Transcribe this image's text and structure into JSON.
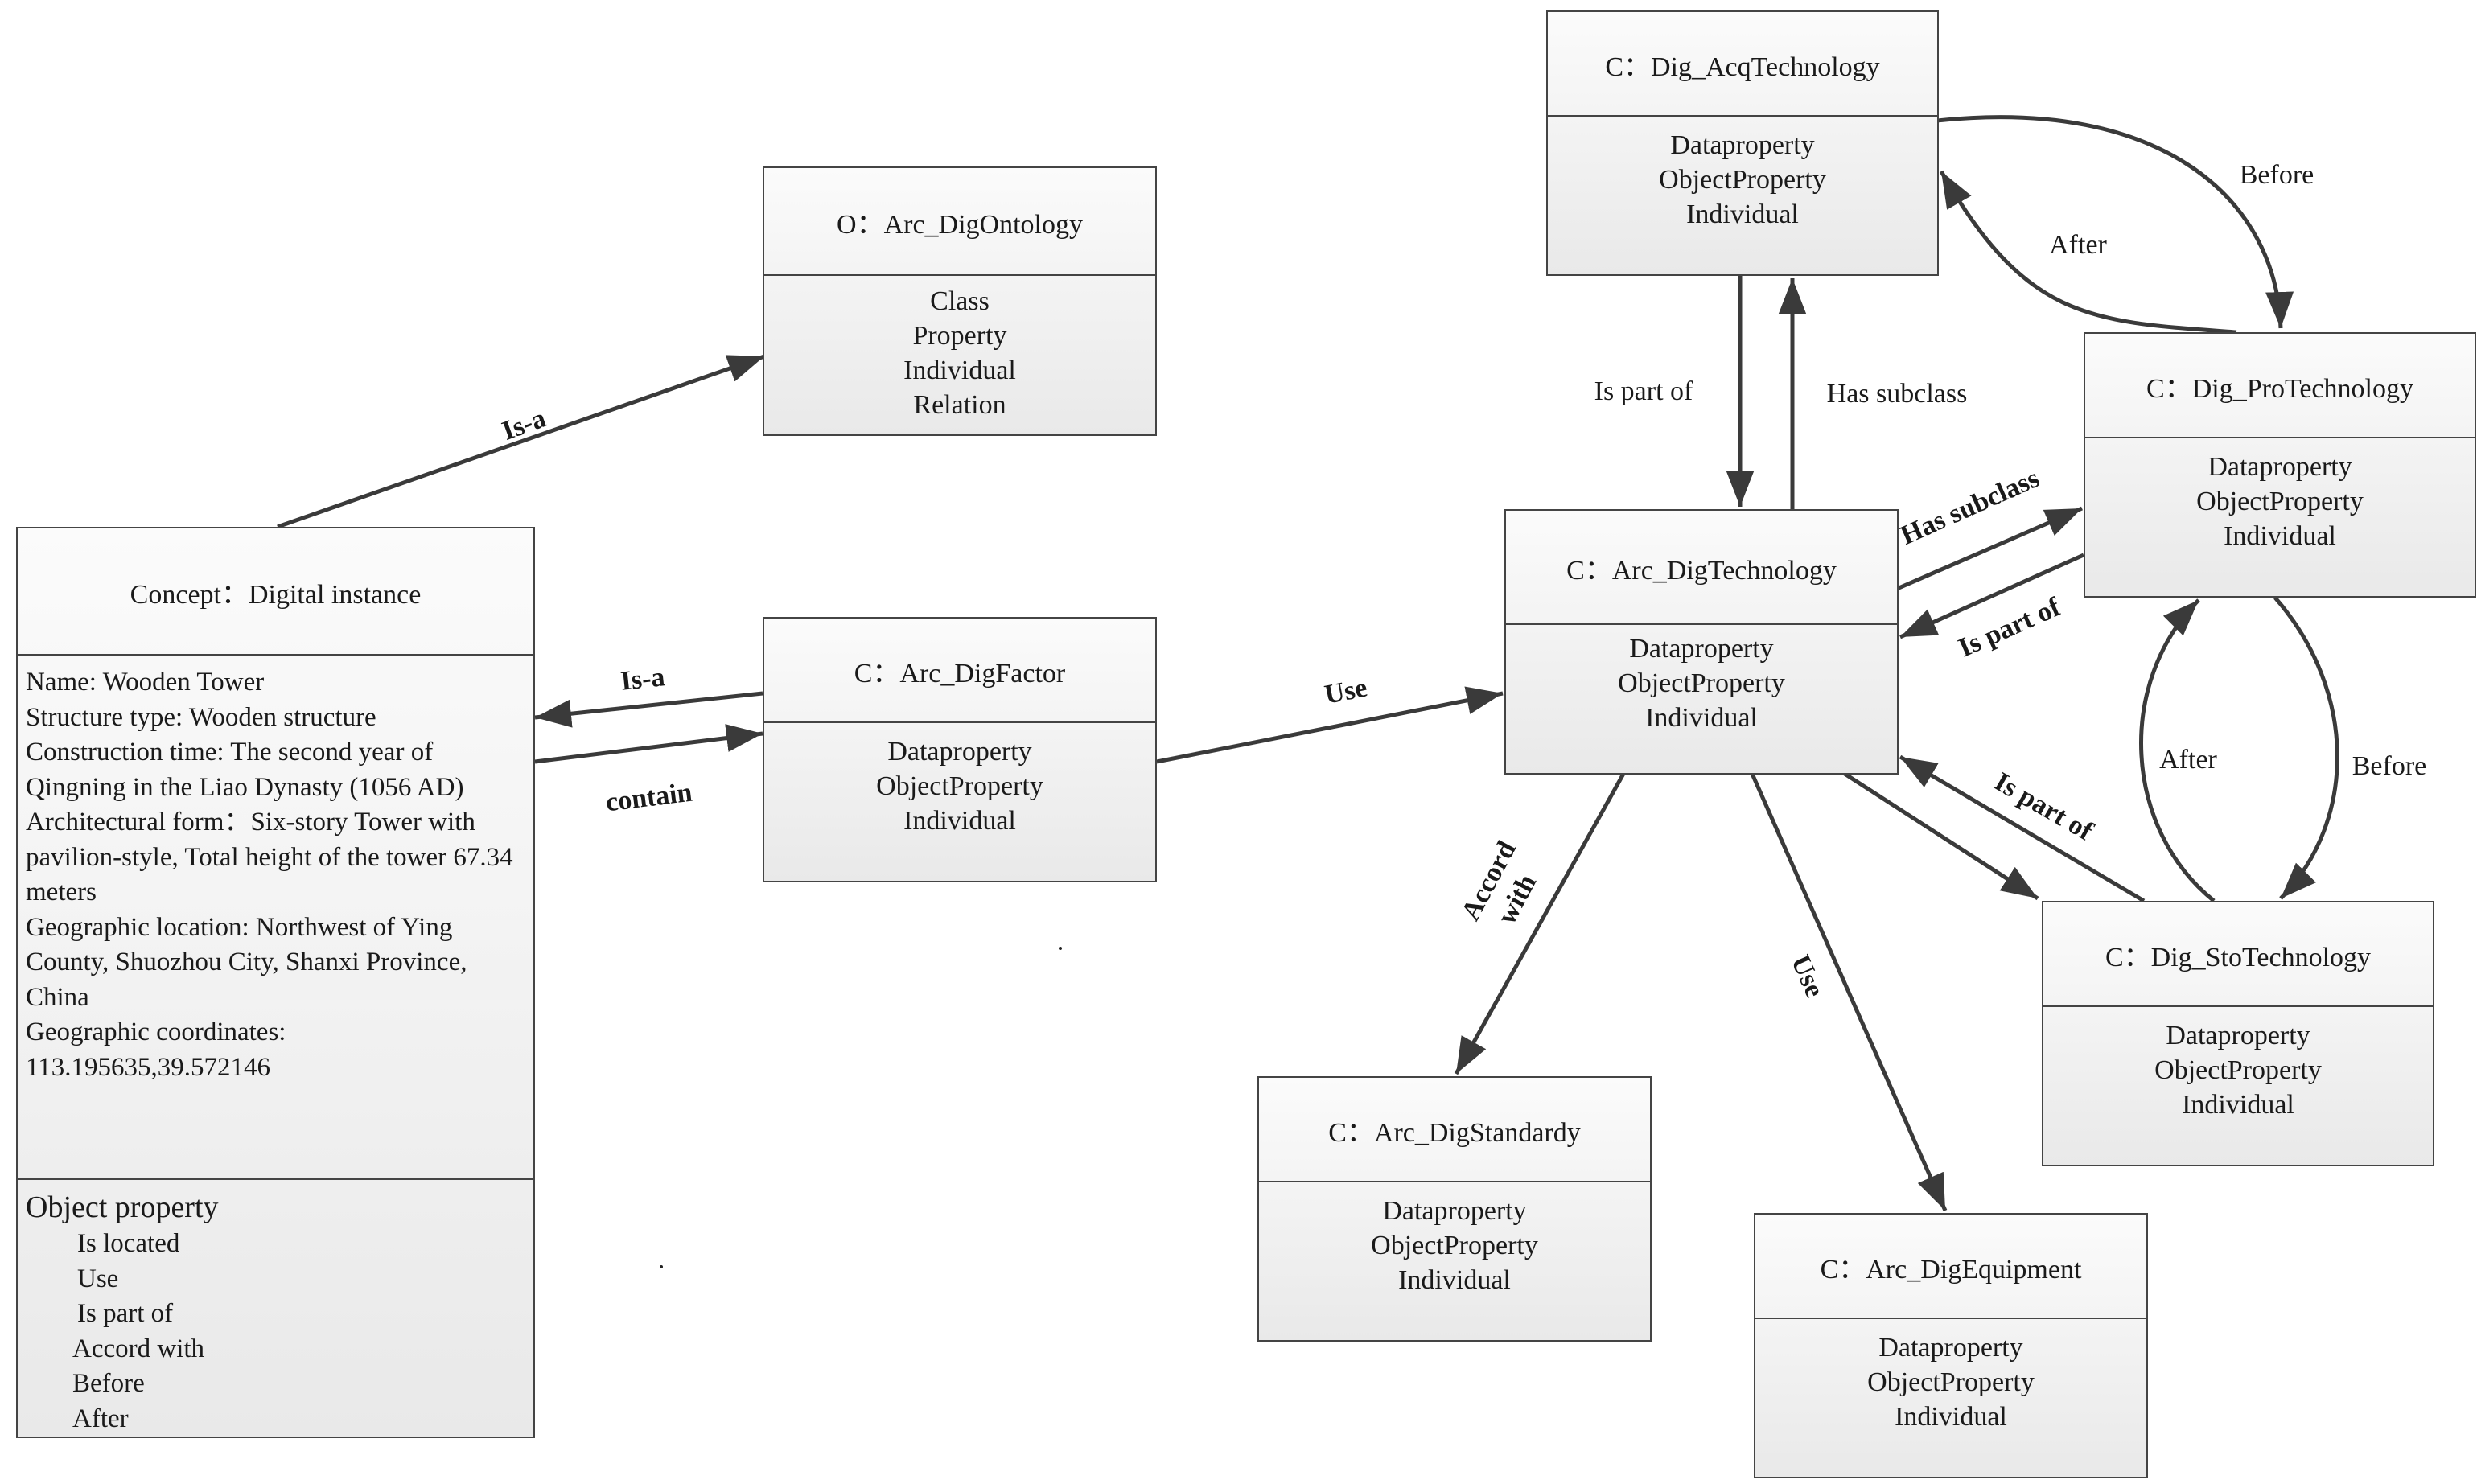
{
  "ontology": {
    "title": "O：Arc_DigOntology",
    "items": [
      "Class",
      "Property",
      "Individual",
      "Relation"
    ]
  },
  "concept": {
    "title": "Concept：Digital instance",
    "attributes": [
      "Name: Wooden Tower",
      "Structure type: Wooden structure",
      "Construction time: The second year of Qingning in the Liao Dynasty (1056 AD)",
      "Architectural form：Six-story Tower with pavilion-style, Total height of the tower 67.34 meters",
      "Geographic location: Northwest of Ying County, Shuozhou City, Shanxi Province, China",
      "Geographic coordinates: 113.195635,39.572146"
    ],
    "object_property_title": "Object property",
    "object_properties": [
      "Is located",
      "Use",
      "Is part of",
      "Accord with",
      "Before",
      "After"
    ]
  },
  "factor": {
    "title": "C：Arc_DigFactor",
    "items": [
      "Dataproperty",
      "ObjectProperty",
      "Individual"
    ]
  },
  "technology": {
    "title": "C：Arc_DigTechnology",
    "items": [
      "Dataproperty",
      "ObjectProperty",
      "Individual"
    ]
  },
  "acq": {
    "title": "C：Dig_AcqTechnology",
    "items": [
      "Dataproperty",
      "ObjectProperty",
      "Individual"
    ]
  },
  "pro": {
    "title": "C：Dig_ProTechnology",
    "items": [
      "Dataproperty",
      "ObjectProperty",
      "Individual"
    ]
  },
  "sto": {
    "title": "C：Dig_StoTechnology",
    "items": [
      "Dataproperty",
      "ObjectProperty",
      "Individual"
    ]
  },
  "standard": {
    "title": "C：Arc_DigStandardy",
    "items": [
      "Dataproperty",
      "ObjectProperty",
      "Individual"
    ]
  },
  "equipment": {
    "title": "C：Arc_DigEquipment",
    "items": [
      "Dataproperty",
      "ObjectProperty",
      "Individual"
    ]
  },
  "edges": {
    "concept_ontology": "Is-a",
    "factor_concept": "Is-a",
    "concept_factor": "contain",
    "factor_technology": "Use",
    "tech_acq": "Is part of",
    "acq_tech": "Has subclass",
    "tech_pro": "Has subclass",
    "pro_tech": "Is part of",
    "sto_tech": "Is part of",
    "acq_pro": "Before",
    "pro_acq": "After",
    "pro_sto": "Before",
    "sto_pro": "After",
    "tech_standard_1": "Accord",
    "tech_standard_2": "with",
    "tech_equipment": "Use"
  }
}
